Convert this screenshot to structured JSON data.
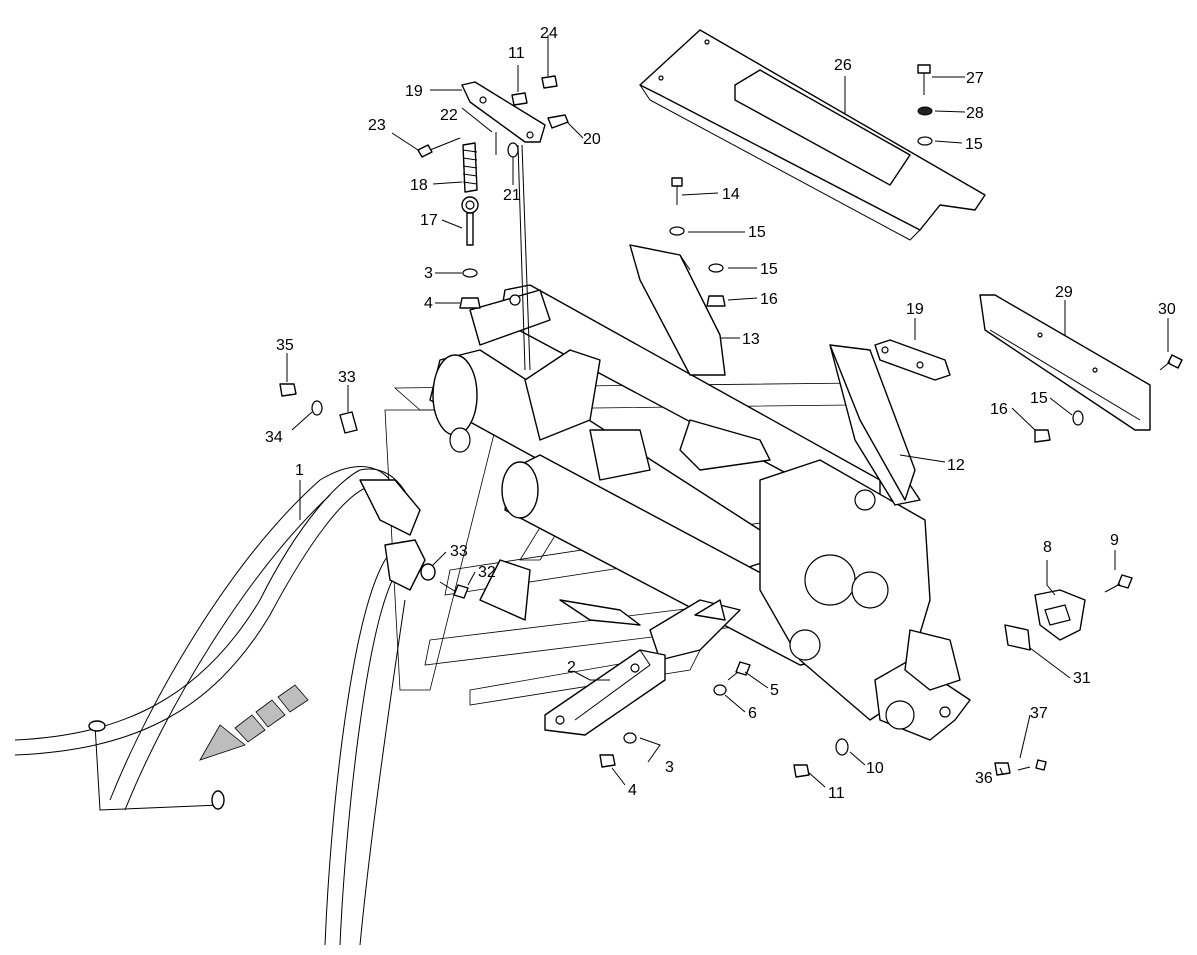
{
  "callouts": [
    {
      "id": "c1",
      "text": "1"
    },
    {
      "id": "c2",
      "text": "2"
    },
    {
      "id": "c3a",
      "text": "3"
    },
    {
      "id": "c3b",
      "text": "3"
    },
    {
      "id": "c4a",
      "text": "4"
    },
    {
      "id": "c4b",
      "text": "4"
    },
    {
      "id": "c5",
      "text": "5"
    },
    {
      "id": "c6",
      "text": "6"
    },
    {
      "id": "c8",
      "text": "8"
    },
    {
      "id": "c9",
      "text": "9"
    },
    {
      "id": "c10",
      "text": "10"
    },
    {
      "id": "c11a",
      "text": "11"
    },
    {
      "id": "c11b",
      "text": "11"
    },
    {
      "id": "c12",
      "text": "12"
    },
    {
      "id": "c13",
      "text": "13"
    },
    {
      "id": "c14",
      "text": "14"
    },
    {
      "id": "c15a",
      "text": "15"
    },
    {
      "id": "c15b",
      "text": "15"
    },
    {
      "id": "c15c",
      "text": "15"
    },
    {
      "id": "c15d",
      "text": "15"
    },
    {
      "id": "c16a",
      "text": "16"
    },
    {
      "id": "c16b",
      "text": "16"
    },
    {
      "id": "c17",
      "text": "17"
    },
    {
      "id": "c18",
      "text": "18"
    },
    {
      "id": "c19a",
      "text": "19"
    },
    {
      "id": "c19b",
      "text": "19"
    },
    {
      "id": "c20",
      "text": "20"
    },
    {
      "id": "c21",
      "text": "21"
    },
    {
      "id": "c22",
      "text": "22"
    },
    {
      "id": "c23",
      "text": "23"
    },
    {
      "id": "c24",
      "text": "24"
    },
    {
      "id": "c26",
      "text": "26"
    },
    {
      "id": "c27",
      "text": "27"
    },
    {
      "id": "c28",
      "text": "28"
    },
    {
      "id": "c29",
      "text": "29"
    },
    {
      "id": "c30",
      "text": "30"
    },
    {
      "id": "c31",
      "text": "31"
    },
    {
      "id": "c32",
      "text": "32"
    },
    {
      "id": "c33a",
      "text": "33"
    },
    {
      "id": "c33b",
      "text": "33"
    },
    {
      "id": "c34",
      "text": "34"
    },
    {
      "id": "c35",
      "text": "35"
    },
    {
      "id": "c36",
      "text": "36"
    },
    {
      "id": "c37",
      "text": "37"
    }
  ]
}
